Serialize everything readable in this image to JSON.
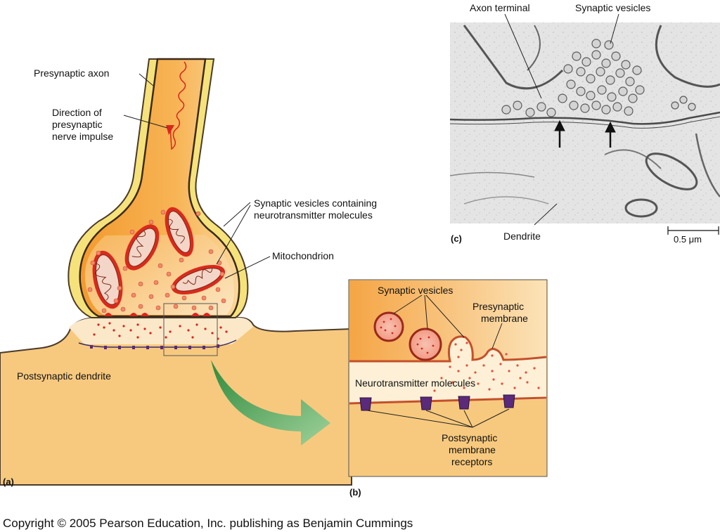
{
  "panel_a": {
    "caption": "(a)",
    "labels": {
      "presynaptic_axon": "Presynaptic axon",
      "direction_1": "Direction of",
      "direction_2": "presynaptic",
      "direction_3": "nerve impulse",
      "vesicles_1": "Synaptic vesicles containing",
      "vesicles_2": "neurotransmitter molecules",
      "mitochondrion": "Mitochondrion",
      "postsynaptic_dendrite": "Postsynaptic dendrite"
    }
  },
  "panel_b": {
    "caption": "(b)",
    "labels": {
      "synaptic_vesicles": "Synaptic vesicles",
      "presynaptic_1": "Presynaptic",
      "presynaptic_2": "membrane",
      "neurotransmitter": "Neurotransmitter molecules",
      "receptors_1": "Postsynaptic",
      "receptors_2": "membrane",
      "receptors_3": "receptors"
    }
  },
  "panel_c": {
    "caption": "(c)",
    "labels": {
      "axon_terminal": "Axon terminal",
      "synaptic_vesicles": "Synaptic vesicles",
      "dendrite": "Dendrite",
      "scale_bar": "0.5 μm"
    }
  },
  "copyright": "Copyright © 2005 Pearson Education, Inc. publishing as Benjamin Cummings",
  "colors": {
    "axon_fill": "#f5a83c",
    "dendrite_fill": "#f7c97e",
    "myelin": "#f6e27a",
    "vesicle": "#e8503a",
    "mitochondria": "#d92a1c",
    "receptor": "#5b2a7a",
    "arrow": "#3c9a48"
  }
}
